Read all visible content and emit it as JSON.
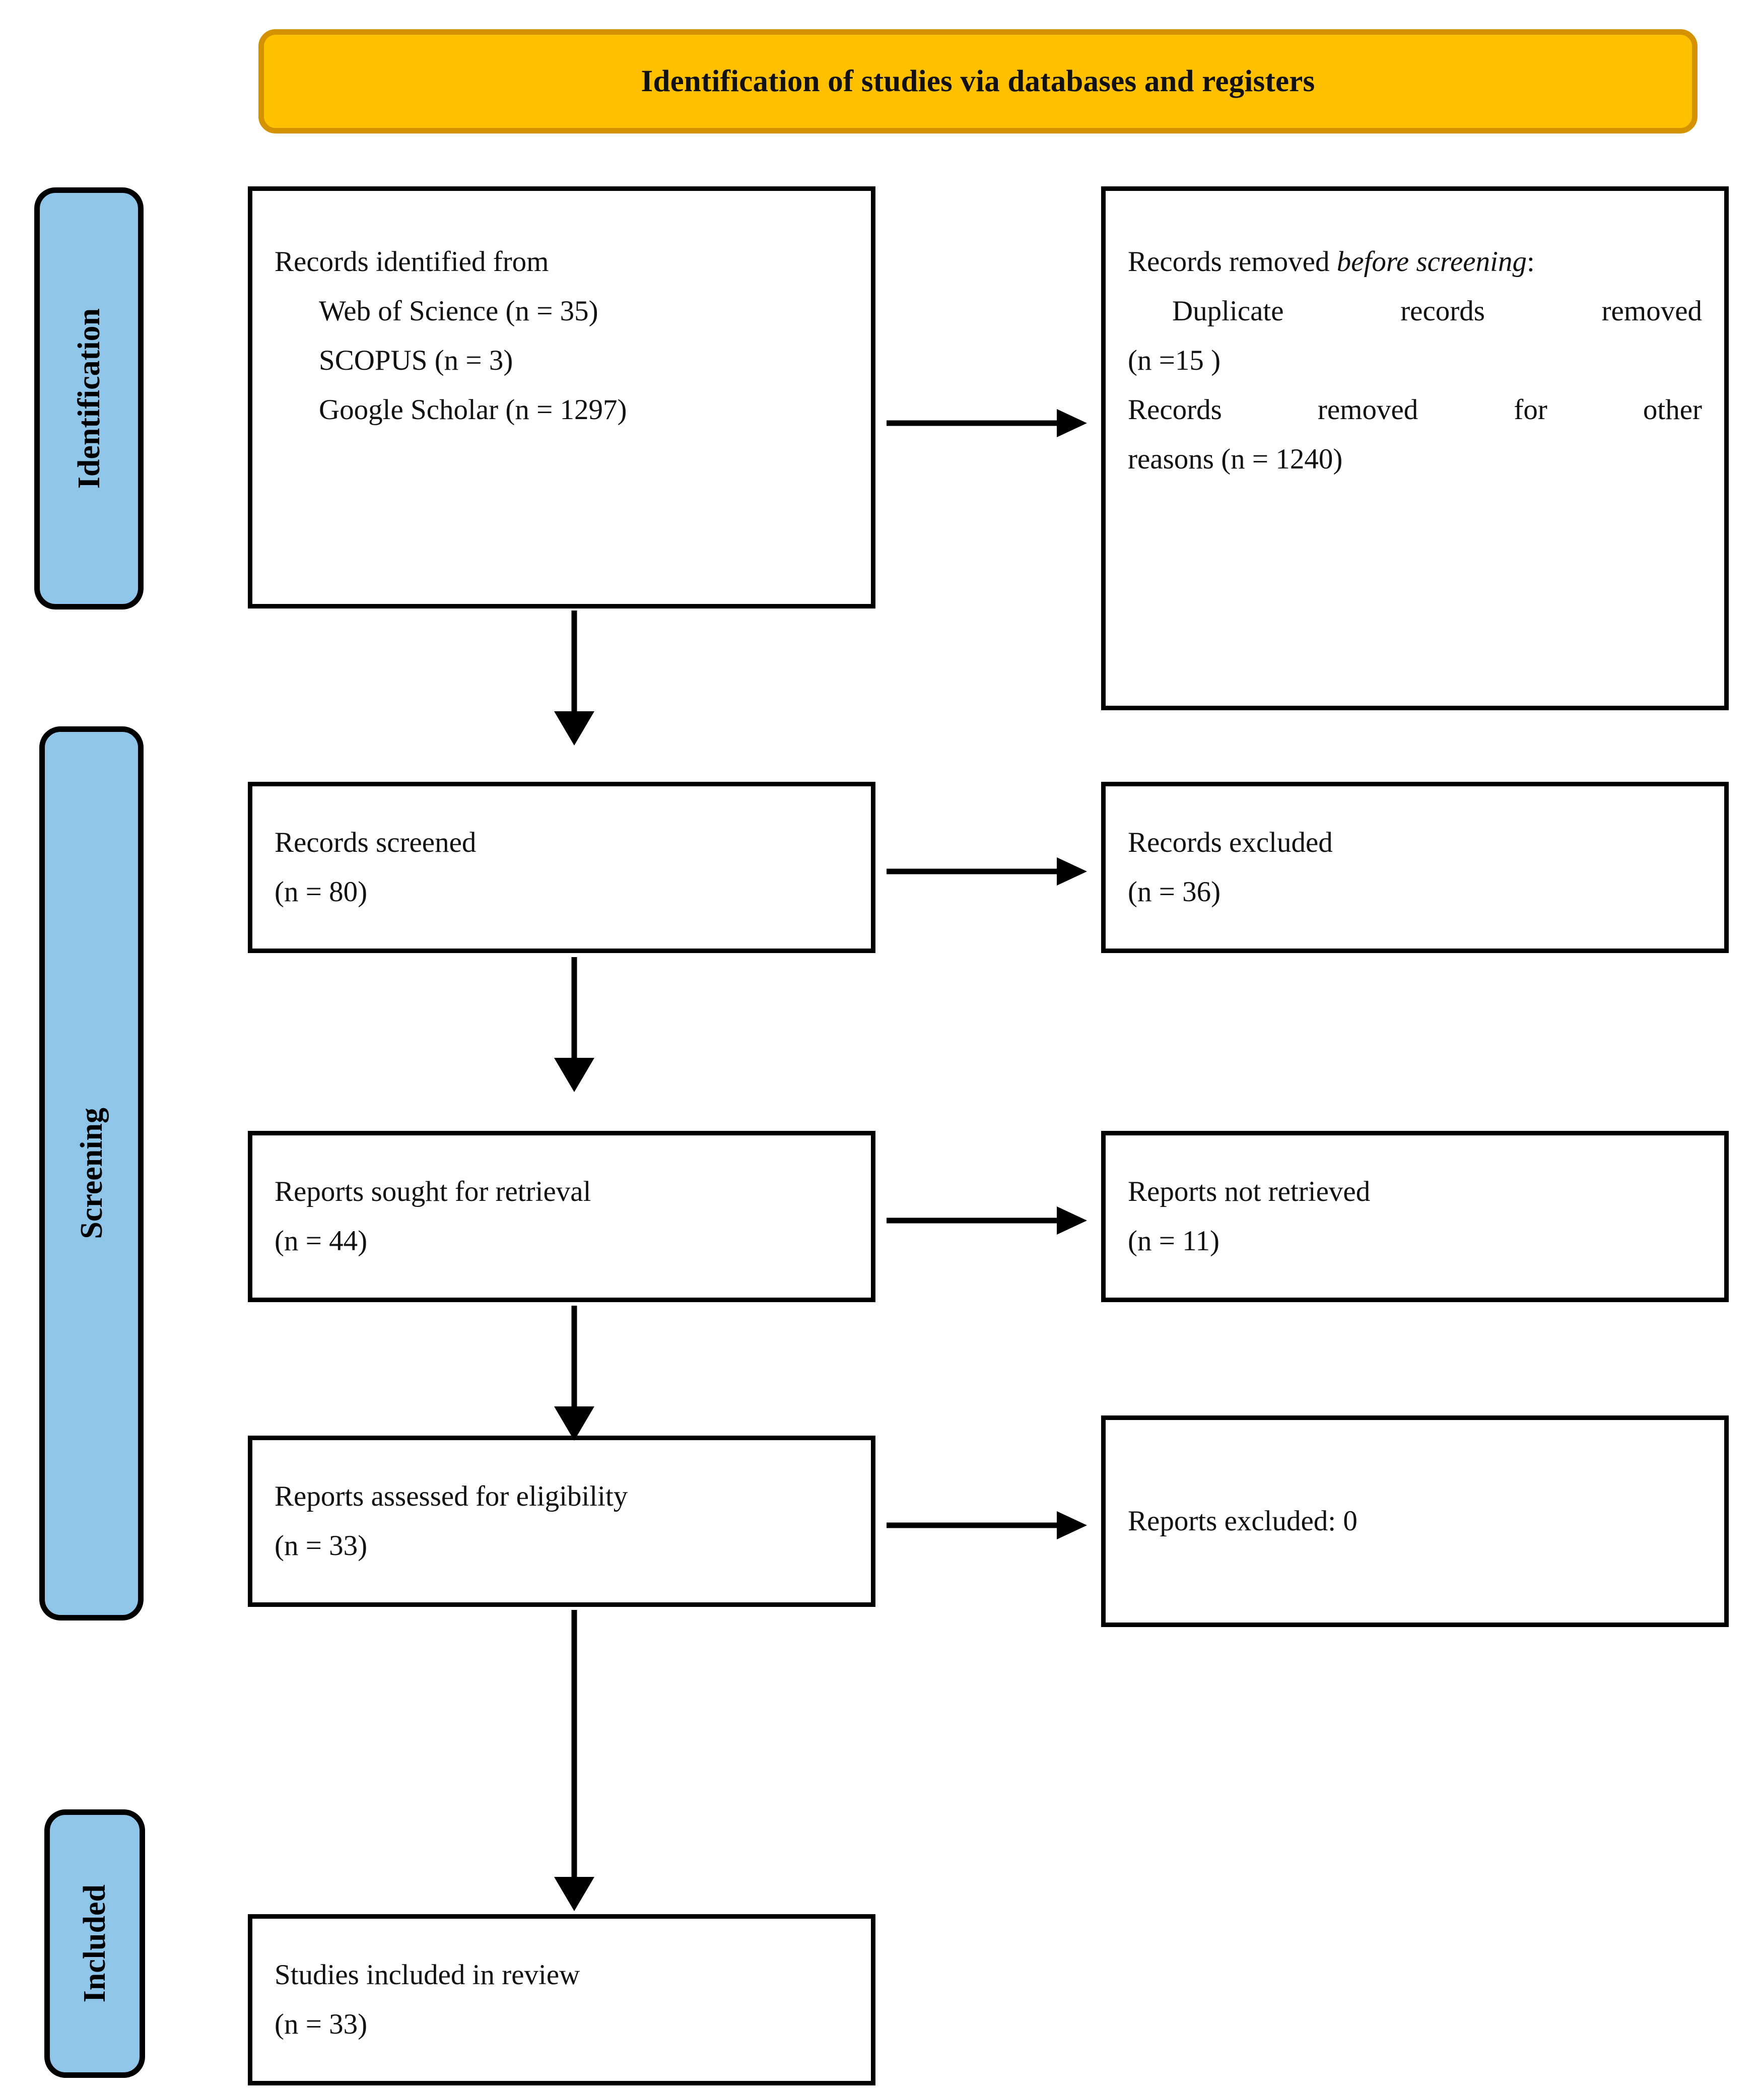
{
  "banner": {
    "title": "Identification of studies via databases and registers"
  },
  "stages": [
    {
      "key": "identification",
      "label": "Identification"
    },
    {
      "key": "screening",
      "label": "Screening"
    },
    {
      "key": "included",
      "label": "Included"
    }
  ],
  "boxes": {
    "identified": {
      "lines": [
        "Records identified from",
        "Web of Science (n = 35)",
        "SCOPUS (n = 3)",
        "Google Scholar (n = 1297)"
      ]
    },
    "removed_before": {
      "heading_prefix": "Records removed ",
      "heading_emphasis": "before screening",
      "heading_suffix": ":",
      "lines": [
        "Duplicate records removed",
        "(n =15 )",
        "Records removed for other",
        "reasons (n = 1240)"
      ]
    },
    "screened": {
      "label": "Records screened",
      "count": "(n = 80)"
    },
    "excluded": {
      "label": "Records excluded",
      "count": "(n = 36)"
    },
    "sought": {
      "label": "Reports sought for retrieval",
      "count": "(n = 44)"
    },
    "not_retrieved": {
      "label": "Reports not retrieved",
      "count": "(n = 11)"
    },
    "assessed": {
      "label": "Reports assessed for eligibility",
      "count": "(n = 33)"
    },
    "reports_excluded": {
      "label": "Reports excluded: 0"
    },
    "included": {
      "label": "Studies included in review",
      "count": "(n = 33)"
    }
  },
  "colors": {
    "banner_fill": "#FFC000",
    "banner_border": "#D49100",
    "stage_fill": "#8FC5E8",
    "stroke": "#000000",
    "box_fill": "#FFFFFF"
  },
  "arrows": {
    "horizontal": [
      "identified-to-removed-before",
      "screened-to-excluded",
      "sought-to-not-retrieved",
      "assessed-to-reports-excluded"
    ],
    "vertical": [
      "identified-to-screened",
      "screened-to-sought",
      "sought-to-assessed",
      "assessed-to-included"
    ]
  }
}
